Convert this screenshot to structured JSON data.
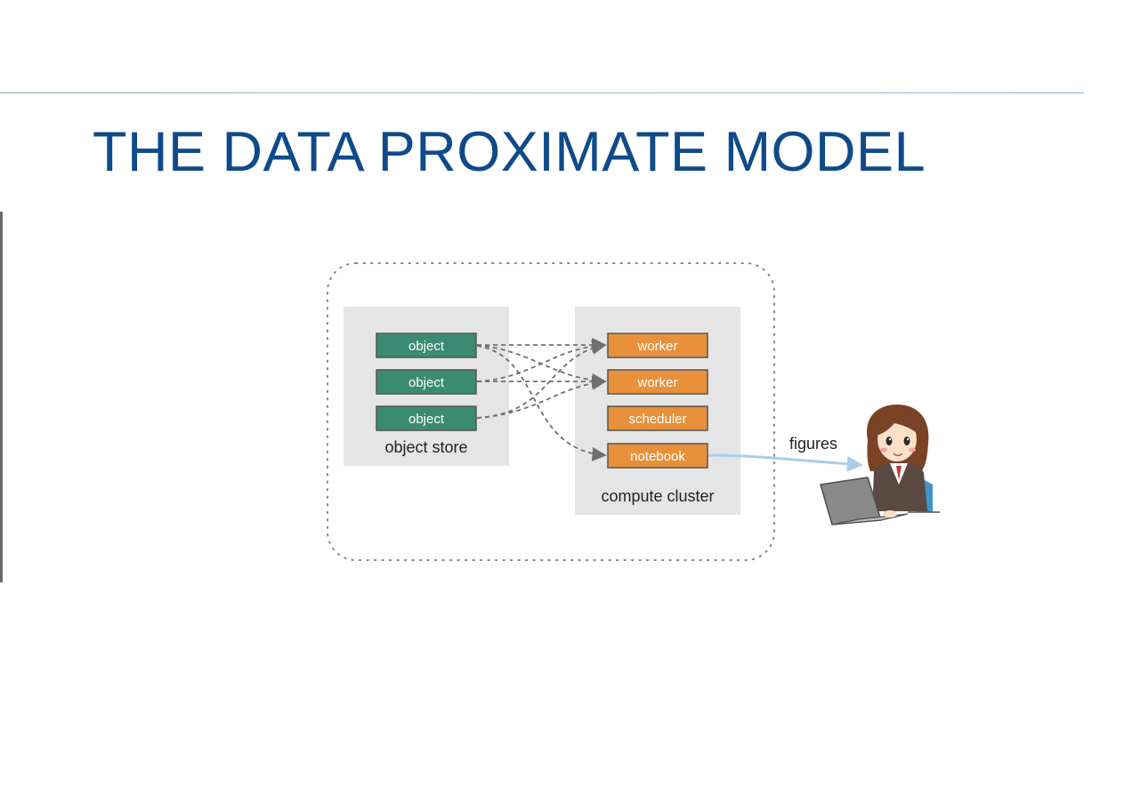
{
  "slide": {
    "title": "THE DATA PROXIMATE MODEL"
  },
  "diagram": {
    "object_store": {
      "label": "object store",
      "objects": [
        "object",
        "object",
        "object"
      ]
    },
    "compute_cluster": {
      "label": "compute cluster",
      "nodes": [
        "worker",
        "worker",
        "scheduler",
        "notebook"
      ]
    },
    "output_label": "figures",
    "colors": {
      "object": "#3a8b72",
      "node": "#e8913a",
      "panel": "#e5e5e5",
      "dashed_arrow": "#6f6f6f",
      "output_arrow": "#a9cdea",
      "title": "#0f4a8a"
    }
  }
}
